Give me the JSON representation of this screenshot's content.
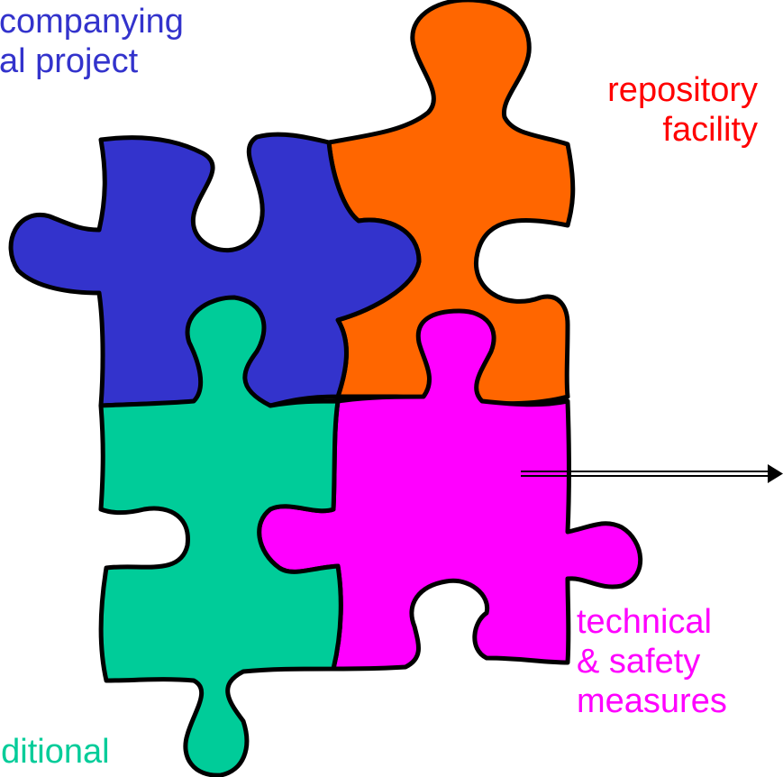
{
  "labels": {
    "top_left": {
      "line1": "ccompanying",
      "line2": "cal project",
      "color": "#3333CC"
    },
    "top_right": {
      "line1": "repository",
      "line2": "facility",
      "color": "#FF0000"
    },
    "bottom_right": {
      "line1": "technical",
      "line2": "& safety",
      "line3": "measures",
      "color": "#FF00FF"
    },
    "bottom_left": {
      "line1": "dditional",
      "color": "#00CC99"
    }
  },
  "pieces": {
    "blue": "#3333CC",
    "orange": "#FF6600",
    "green": "#00CC99",
    "magenta": "#FF00FF"
  }
}
